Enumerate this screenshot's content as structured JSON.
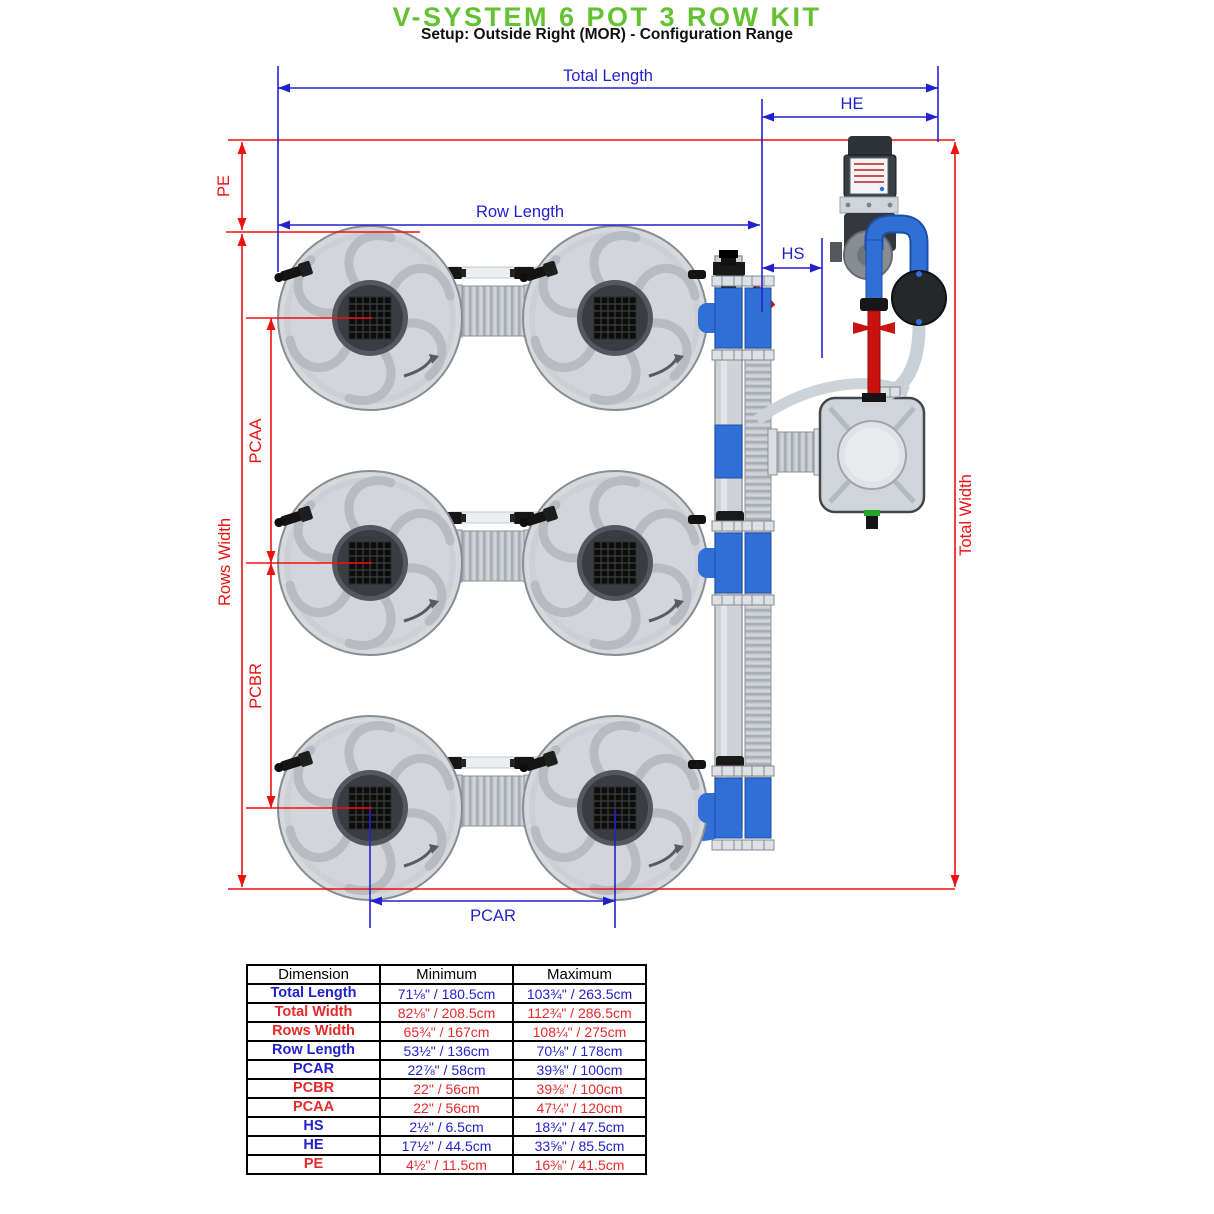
{
  "title": "V-SYSTEM 6 POT 3 ROW KIT",
  "subtitle": "Setup: Outside Right (MOR) - Configuration Range",
  "colors": {
    "title_green": "#64c232",
    "dimension_blue": "#2222cc",
    "dimension_red": "#ee1111",
    "pipe_blue": "#2f6fd6",
    "pipe_red": "#cc1111"
  },
  "diagram": {
    "labels": {
      "total_length": "Total Length",
      "he": "HE",
      "row_length": "Row Length",
      "hs": "HS",
      "pe": "PE",
      "pcaa": "PCAA",
      "pcbr": "PCBR",
      "rows_width": "Rows Width",
      "total_width": "Total Width",
      "pcar": "PCAR"
    },
    "components": {
      "pot_count": 6,
      "row_count": 3,
      "icon_names": [
        "grow-pot",
        "pot-drain-grate",
        "inter-pot-hose",
        "feed-pipe",
        "return-manifold",
        "manifold-valve",
        "water-pump",
        "pump-controller",
        "air-pump",
        "red-feed-pipe",
        "reservoir",
        "reservoir-hose"
      ]
    }
  },
  "table": {
    "headers": [
      "Dimension",
      "Minimum",
      "Maximum"
    ],
    "rows": [
      {
        "dimension": "Total Length",
        "min": "71⅛\" / 180.5cm",
        "max": "103¾\" / 263.5cm",
        "color": "blue"
      },
      {
        "dimension": "Total Width",
        "min": "82⅛\" / 208.5cm",
        "max": "112¾\" / 286.5cm",
        "color": "red"
      },
      {
        "dimension": "Rows Width",
        "min": "65¾\" / 167cm",
        "max": "108¼\" / 275cm",
        "color": "red"
      },
      {
        "dimension": "Row Length",
        "min": "53½\" / 136cm",
        "max": "70⅛\" / 178cm",
        "color": "blue"
      },
      {
        "dimension": "PCAR",
        "min": "22⅞\" / 58cm",
        "max": "39⅜\" / 100cm",
        "color": "blue"
      },
      {
        "dimension": "PCBR",
        "min": "22\" / 56cm",
        "max": "39⅜\" / 100cm",
        "color": "red"
      },
      {
        "dimension": "PCAA",
        "min": "22\" / 56cm",
        "max": "47¼\" / 120cm",
        "color": "red"
      },
      {
        "dimension": "HS",
        "min": "2½\" / 6.5cm",
        "max": "18¾\" / 47.5cm",
        "color": "blue"
      },
      {
        "dimension": "HE",
        "min": "17½\" / 44.5cm",
        "max": "33⅝\" / 85.5cm",
        "color": "blue"
      },
      {
        "dimension": "PE",
        "min": "4½\" / 11.5cm",
        "max": "16⅜\" / 41.5cm",
        "color": "red"
      }
    ]
  }
}
